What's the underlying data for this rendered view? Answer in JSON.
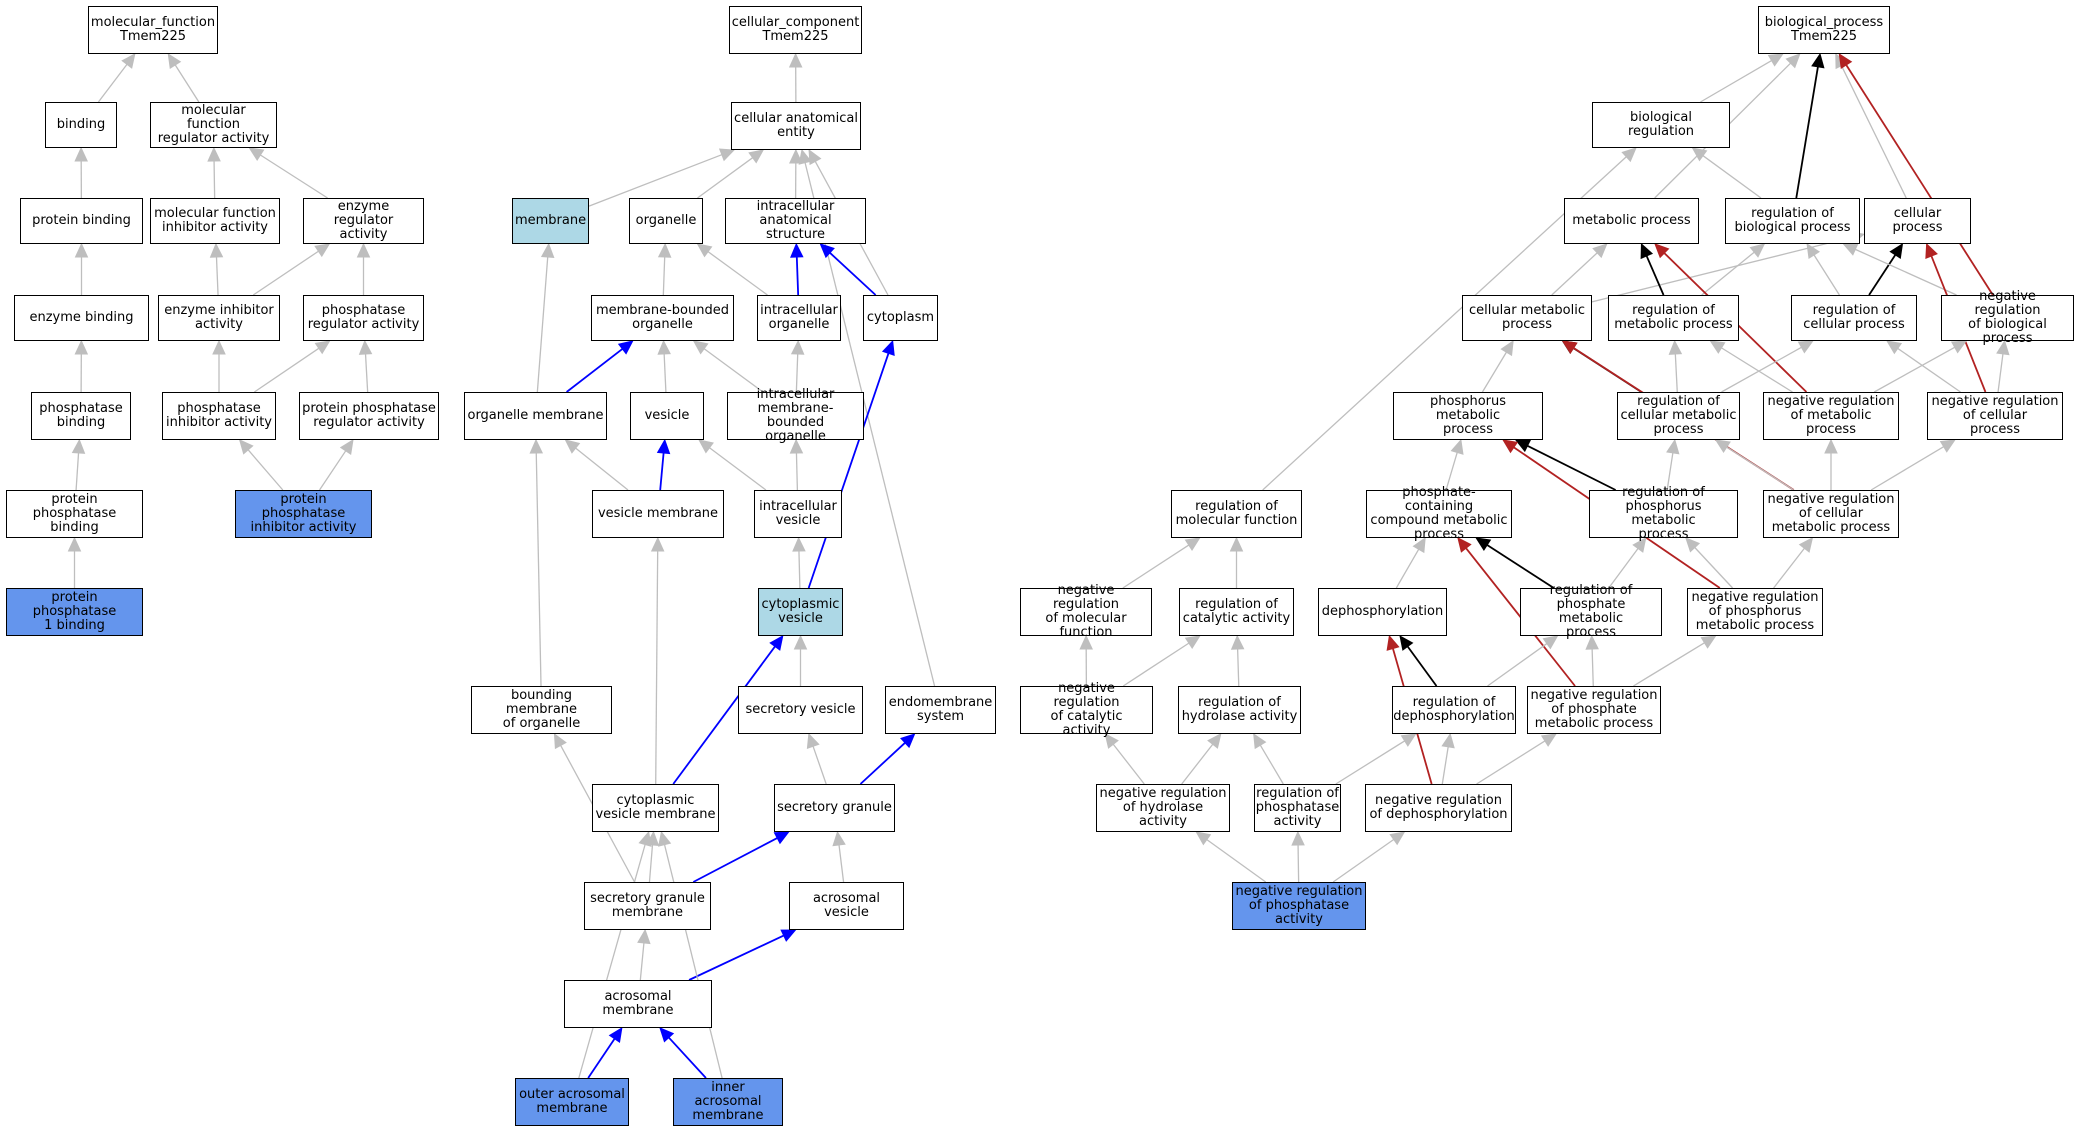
{
  "colors": {
    "is_a": "#bebebe",
    "part_of": "#0000ff",
    "regulates": "#000000",
    "negatively_regulates": "#b22222",
    "query_fill": "#6495ed",
    "highlight_fill": "#add8e6"
  },
  "nodes": [
    {
      "id": "mf_root",
      "label": "molecular_function\nTmem225"
    },
    {
      "id": "binding",
      "label": "binding"
    },
    {
      "id": "mf_reg",
      "label": "molecular function\nregulator activity"
    },
    {
      "id": "protein_binding",
      "label": "protein binding"
    },
    {
      "id": "mf_inhib",
      "label": "molecular function\ninhibitor activity"
    },
    {
      "id": "enz_reg",
      "label": "enzyme regulator\nactivity"
    },
    {
      "id": "enzyme_binding",
      "label": "enzyme binding"
    },
    {
      "id": "enz_inhib",
      "label": "enzyme inhibitor\nactivity"
    },
    {
      "id": "phos_reg",
      "label": "phosphatase\nregulator activity"
    },
    {
      "id": "phos_binding",
      "label": "phosphatase\nbinding"
    },
    {
      "id": "phos_inhib",
      "label": "phosphatase\ninhibitor activity"
    },
    {
      "id": "pp_reg",
      "label": "protein phosphatase\nregulator activity"
    },
    {
      "id": "pp_binding",
      "label": "protein phosphatase\nbinding"
    },
    {
      "id": "pp_inhib",
      "label": "protein phosphatase\ninhibitor activity",
      "style": "query"
    },
    {
      "id": "pp1_binding",
      "label": "protein phosphatase\n1 binding",
      "style": "query"
    },
    {
      "id": "cc_root",
      "label": "cellular_component\nTmem225"
    },
    {
      "id": "cae",
      "label": "cellular anatomical\nentity"
    },
    {
      "id": "membrane",
      "label": "membrane",
      "style": "light"
    },
    {
      "id": "organelle",
      "label": "organelle"
    },
    {
      "id": "ias",
      "label": "intracellular\nanatomical structure"
    },
    {
      "id": "mbo",
      "label": "membrane-bounded\norganelle"
    },
    {
      "id": "io",
      "label": "intracellular\norganelle"
    },
    {
      "id": "cytoplasm",
      "label": "cytoplasm"
    },
    {
      "id": "om",
      "label": "organelle membrane"
    },
    {
      "id": "vesicle",
      "label": "vesicle"
    },
    {
      "id": "imbo",
      "label": "intracellular\nmembrane-bounded\norganelle"
    },
    {
      "id": "vm",
      "label": "vesicle membrane"
    },
    {
      "id": "iv",
      "label": "intracellular\nvesicle"
    },
    {
      "id": "cv",
      "label": "cytoplasmic\nvesicle",
      "style": "light"
    },
    {
      "id": "bmo",
      "label": "bounding membrane\nof organelle"
    },
    {
      "id": "sv",
      "label": "secretory vesicle"
    },
    {
      "id": "es",
      "label": "endomembrane\nsystem"
    },
    {
      "id": "cvm",
      "label": "cytoplasmic\nvesicle membrane"
    },
    {
      "id": "sg",
      "label": "secretory granule"
    },
    {
      "id": "sgm",
      "label": "secretory granule\nmembrane"
    },
    {
      "id": "av",
      "label": "acrosomal vesicle"
    },
    {
      "id": "am",
      "label": "acrosomal membrane"
    },
    {
      "id": "oam",
      "label": "outer acrosomal\nmembrane",
      "style": "query"
    },
    {
      "id": "iam",
      "label": "inner acrosomal\nmembrane",
      "style": "query"
    },
    {
      "id": "bp_root",
      "label": "biological_process\nTmem225"
    },
    {
      "id": "br",
      "label": "biological regulation"
    },
    {
      "id": "mp",
      "label": "metabolic process"
    },
    {
      "id": "rbp",
      "label": "regulation of\nbiological process"
    },
    {
      "id": "cp",
      "label": "cellular process"
    },
    {
      "id": "cmp",
      "label": "cellular metabolic\nprocess"
    },
    {
      "id": "rmp",
      "label": "regulation of\nmetabolic process"
    },
    {
      "id": "rcp",
      "label": "regulation of\ncellular process"
    },
    {
      "id": "nrbp",
      "label": "negative regulation\nof biological\nprocess"
    },
    {
      "id": "pmp",
      "label": "phosphorus metabolic\nprocess"
    },
    {
      "id": "rcmp",
      "label": "regulation of\ncellular metabolic\nprocess"
    },
    {
      "id": "nrmp",
      "label": "negative regulation\nof metabolic\nprocess"
    },
    {
      "id": "nrcp",
      "label": "negative regulation\nof cellular\nprocess"
    },
    {
      "id": "rmf",
      "label": "regulation of\nmolecular function"
    },
    {
      "id": "pcmp",
      "label": "phosphate-containing\ncompound metabolic\nprocess"
    },
    {
      "id": "rpmp",
      "label": "regulation of\nphosphorus metabolic\nprocess"
    },
    {
      "id": "nrcmp",
      "label": "negative regulation\nof cellular\nmetabolic process"
    },
    {
      "id": "nrmf",
      "label": "negative regulation\nof molecular\nfunction"
    },
    {
      "id": "rca",
      "label": "regulation of\ncatalytic activity"
    },
    {
      "id": "dephos",
      "label": "dephosphorylation"
    },
    {
      "id": "rphmp",
      "label": "regulation of\nphosphate metabolic\nprocess"
    },
    {
      "id": "nrpmp",
      "label": "negative regulation\nof phosphorus\nmetabolic process"
    },
    {
      "id": "nrca",
      "label": "negative regulation\nof catalytic\nactivity"
    },
    {
      "id": "rha",
      "label": "regulation of\nhydrolase activity"
    },
    {
      "id": "rdephos",
      "label": "regulation of\ndephosphorylation"
    },
    {
      "id": "nrphmp",
      "label": "negative regulation\nof phosphate\nmetabolic process"
    },
    {
      "id": "nrha",
      "label": "negative regulation\nof hydrolase\nactivity"
    },
    {
      "id": "rpa",
      "label": "regulation of\nphosphatase\nactivity"
    },
    {
      "id": "nrdephos",
      "label": "negative regulation\nof dephosphorylation"
    },
    {
      "id": "nrpa",
      "label": "negative regulation\nof phosphatase\nactivity",
      "style": "query"
    }
  ],
  "edges": [
    {
      "from": "binding",
      "to": "mf_root",
      "type": "is_a"
    },
    {
      "from": "mf_reg",
      "to": "mf_root",
      "type": "is_a"
    },
    {
      "from": "protein_binding",
      "to": "binding",
      "type": "is_a"
    },
    {
      "from": "mf_inhib",
      "to": "mf_reg",
      "type": "is_a"
    },
    {
      "from": "enz_reg",
      "to": "mf_reg",
      "type": "is_a"
    },
    {
      "from": "enzyme_binding",
      "to": "protein_binding",
      "type": "is_a"
    },
    {
      "from": "enz_inhib",
      "to": "mf_inhib",
      "type": "is_a"
    },
    {
      "from": "enz_inhib",
      "to": "enz_reg",
      "type": "is_a"
    },
    {
      "from": "phos_reg",
      "to": "enz_reg",
      "type": "is_a"
    },
    {
      "from": "phos_binding",
      "to": "enzyme_binding",
      "type": "is_a"
    },
    {
      "from": "phos_inhib",
      "to": "enz_inhib",
      "type": "is_a"
    },
    {
      "from": "phos_inhib",
      "to": "phos_reg",
      "type": "is_a"
    },
    {
      "from": "pp_reg",
      "to": "phos_reg",
      "type": "is_a"
    },
    {
      "from": "pp_binding",
      "to": "phos_binding",
      "type": "is_a"
    },
    {
      "from": "pp_inhib",
      "to": "phos_inhib",
      "type": "is_a"
    },
    {
      "from": "pp_inhib",
      "to": "pp_reg",
      "type": "is_a"
    },
    {
      "from": "pp1_binding",
      "to": "pp_binding",
      "type": "is_a"
    },
    {
      "from": "cae",
      "to": "cc_root",
      "type": "is_a"
    },
    {
      "from": "membrane",
      "to": "cae",
      "type": "is_a"
    },
    {
      "from": "organelle",
      "to": "cae",
      "type": "is_a"
    },
    {
      "from": "ias",
      "to": "cae",
      "type": "is_a"
    },
    {
      "from": "cytoplasm",
      "to": "cae",
      "type": "is_a"
    },
    {
      "from": "es",
      "to": "cae",
      "type": "is_a"
    },
    {
      "from": "mbo",
      "to": "organelle",
      "type": "is_a"
    },
    {
      "from": "io",
      "to": "organelle",
      "type": "is_a"
    },
    {
      "from": "io",
      "to": "ias",
      "type": "part_of"
    },
    {
      "from": "cytoplasm",
      "to": "ias",
      "type": "part_of"
    },
    {
      "from": "om",
      "to": "membrane",
      "type": "is_a"
    },
    {
      "from": "om",
      "to": "mbo",
      "type": "part_of"
    },
    {
      "from": "vesicle",
      "to": "mbo",
      "type": "is_a"
    },
    {
      "from": "imbo",
      "to": "mbo",
      "type": "is_a"
    },
    {
      "from": "imbo",
      "to": "io",
      "type": "is_a"
    },
    {
      "from": "vm",
      "to": "om",
      "type": "is_a"
    },
    {
      "from": "vm",
      "to": "vesicle",
      "type": "part_of"
    },
    {
      "from": "iv",
      "to": "vesicle",
      "type": "is_a"
    },
    {
      "from": "iv",
      "to": "imbo",
      "type": "is_a"
    },
    {
      "from": "cv",
      "to": "iv",
      "type": "is_a"
    },
    {
      "from": "cv",
      "to": "cytoplasm",
      "type": "part_of"
    },
    {
      "from": "bmo",
      "to": "om",
      "type": "is_a"
    },
    {
      "from": "sv",
      "to": "cv",
      "type": "is_a"
    },
    {
      "from": "cvm",
      "to": "vm",
      "type": "is_a"
    },
    {
      "from": "cvm",
      "to": "cv",
      "type": "part_of"
    },
    {
      "from": "sg",
      "to": "sv",
      "type": "is_a"
    },
    {
      "from": "sg",
      "to": "es",
      "type": "part_of"
    },
    {
      "from": "sgm",
      "to": "bmo",
      "type": "is_a"
    },
    {
      "from": "sgm",
      "to": "cvm",
      "type": "is_a"
    },
    {
      "from": "sgm",
      "to": "sg",
      "type": "part_of"
    },
    {
      "from": "av",
      "to": "sg",
      "type": "is_a"
    },
    {
      "from": "am",
      "to": "sgm",
      "type": "is_a"
    },
    {
      "from": "am",
      "to": "av",
      "type": "part_of"
    },
    {
      "from": "oam",
      "to": "am",
      "type": "part_of"
    },
    {
      "from": "oam",
      "to": "cvm",
      "type": "is_a"
    },
    {
      "from": "iam",
      "to": "am",
      "type": "part_of"
    },
    {
      "from": "iam",
      "to": "cvm",
      "type": "is_a"
    },
    {
      "from": "br",
      "to": "bp_root",
      "type": "is_a"
    },
    {
      "from": "mp",
      "to": "bp_root",
      "type": "is_a"
    },
    {
      "from": "rbp",
      "to": "bp_root",
      "type": "regulates"
    },
    {
      "from": "cp",
      "to": "bp_root",
      "type": "is_a"
    },
    {
      "from": "nrbp",
      "to": "bp_root",
      "type": "negatively_regulates"
    },
    {
      "from": "rbp",
      "to": "br",
      "type": "is_a"
    },
    {
      "from": "rmf",
      "to": "br",
      "type": "is_a"
    },
    {
      "from": "cmp",
      "to": "mp",
      "type": "is_a"
    },
    {
      "from": "cmp",
      "to": "cp",
      "type": "is_a"
    },
    {
      "from": "rmp",
      "to": "mp",
      "type": "regulates"
    },
    {
      "from": "rmp",
      "to": "rbp",
      "type": "is_a"
    },
    {
      "from": "rcp",
      "to": "cp",
      "type": "regulates"
    },
    {
      "from": "rcp",
      "to": "rbp",
      "type": "is_a"
    },
    {
      "from": "nrbp",
      "to": "rbp",
      "type": "is_a"
    },
    {
      "from": "nrmp",
      "to": "mp",
      "type": "negatively_regulates"
    },
    {
      "from": "nrcp",
      "to": "cp",
      "type": "negatively_regulates"
    },
    {
      "from": "pmp",
      "to": "cmp",
      "type": "is_a"
    },
    {
      "from": "rcmp",
      "to": "cmp",
      "type": "regulates"
    },
    {
      "from": "rcmp",
      "to": "rmp",
      "type": "is_a"
    },
    {
      "from": "rcmp",
      "to": "rcp",
      "type": "is_a"
    },
    {
      "from": "nrcmp",
      "to": "cmp",
      "type": "negatively_regulates"
    },
    {
      "from": "nrmp",
      "to": "rmp",
      "type": "is_a"
    },
    {
      "from": "nrmp",
      "to": "nrbp",
      "type": "is_a"
    },
    {
      "from": "nrcp",
      "to": "rcp",
      "type": "is_a"
    },
    {
      "from": "nrcp",
      "to": "nrbp",
      "type": "is_a"
    },
    {
      "from": "pcmp",
      "to": "pmp",
      "type": "is_a"
    },
    {
      "from": "rpmp",
      "to": "pmp",
      "type": "regulates"
    },
    {
      "from": "rpmp",
      "to": "rcmp",
      "type": "is_a"
    },
    {
      "from": "nrpmp",
      "to": "pmp",
      "type": "negatively_regulates"
    },
    {
      "from": "nrcmp",
      "to": "rcmp",
      "type": "is_a"
    },
    {
      "from": "nrcmp",
      "to": "nrmp",
      "type": "is_a"
    },
    {
      "from": "nrcmp",
      "to": "nrcp",
      "type": "is_a"
    },
    {
      "from": "nrmf",
      "to": "rmf",
      "type": "is_a"
    },
    {
      "from": "rca",
      "to": "rmf",
      "type": "is_a"
    },
    {
      "from": "dephos",
      "to": "pcmp",
      "type": "is_a"
    },
    {
      "from": "rphmp",
      "to": "pcmp",
      "type": "regulates"
    },
    {
      "from": "rphmp",
      "to": "rpmp",
      "type": "is_a"
    },
    {
      "from": "nrphmp",
      "to": "pcmp",
      "type": "negatively_regulates"
    },
    {
      "from": "nrpmp",
      "to": "rpmp",
      "type": "is_a"
    },
    {
      "from": "nrpmp",
      "to": "nrcmp",
      "type": "is_a"
    },
    {
      "from": "nrca",
      "to": "nrmf",
      "type": "is_a"
    },
    {
      "from": "nrca",
      "to": "rca",
      "type": "is_a"
    },
    {
      "from": "rha",
      "to": "rca",
      "type": "is_a"
    },
    {
      "from": "rdephos",
      "to": "dephos",
      "type": "regulates"
    },
    {
      "from": "rdephos",
      "to": "rphmp",
      "type": "is_a"
    },
    {
      "from": "nrdephos",
      "to": "dephos",
      "type": "negatively_regulates"
    },
    {
      "from": "nrphmp",
      "to": "rphmp",
      "type": "is_a"
    },
    {
      "from": "nrphmp",
      "to": "nrpmp",
      "type": "is_a"
    },
    {
      "from": "nrha",
      "to": "nrca",
      "type": "is_a"
    },
    {
      "from": "nrha",
      "to": "rha",
      "type": "is_a"
    },
    {
      "from": "rpa",
      "to": "rha",
      "type": "is_a"
    },
    {
      "from": "rpa",
      "to": "rdephos",
      "type": "is_a"
    },
    {
      "from": "nrdephos",
      "to": "rdephos",
      "type": "is_a"
    },
    {
      "from": "nrdephos",
      "to": "nrphmp",
      "type": "is_a"
    },
    {
      "from": "nrpa",
      "to": "nrha",
      "type": "is_a"
    },
    {
      "from": "nrpa",
      "to": "rpa",
      "type": "is_a"
    },
    {
      "from": "nrpa",
      "to": "nrdephos",
      "type": "is_a"
    }
  ]
}
